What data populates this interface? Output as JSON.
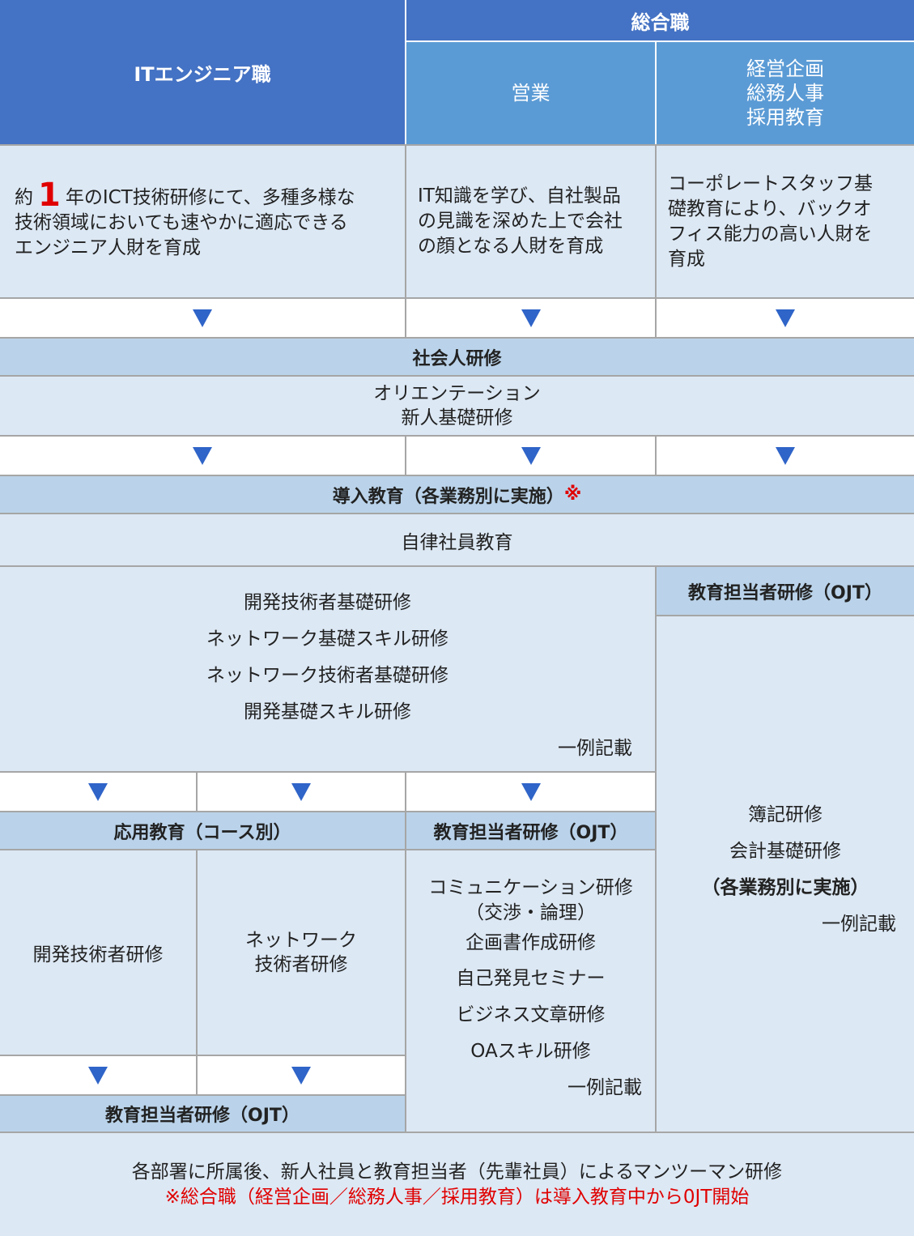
{
  "header": {
    "it_engineer": "ITエンジニア職",
    "general": "総合職",
    "sales": "営業",
    "corporate": [
      "経営企画",
      "総務人事",
      "採用教育"
    ]
  },
  "descriptions": {
    "it": {
      "prefix": "約",
      "highlight": "1",
      "line1_rest": "年のICT技術研修にて、多種多様な",
      "line2": "技術領域においても速やかに適応できる",
      "line3": "エンジニア人財を育成"
    },
    "sales": [
      "IT知識を学び、自社製品",
      "の見識を深めた上で会社",
      "の顔となる人財を育成"
    ],
    "corporate": [
      "コーポレートスタッフ基",
      "礎教育により、バックオ",
      "フィス能力の高い人財を",
      "育成"
    ]
  },
  "shakaijin": {
    "title": "社会人研修",
    "items": [
      "オリエンテーション",
      "新人基礎研修"
    ]
  },
  "dounyu": {
    "title": "導入教育（各業務別に実施）",
    "mark": "※",
    "subtitle": "自律社員教育"
  },
  "it_basic": {
    "items": [
      "開発技術者基礎研修",
      "ネットワーク基礎スキル研修",
      "ネットワーク技術者基礎研修",
      "開発基礎スキル研修"
    ],
    "note": "一例記載"
  },
  "corp_ojt": {
    "title": "教育担当者研修（OJT）",
    "items": [
      "簿記研修",
      "会計基礎研修"
    ],
    "bold": "（各業務別に実施）",
    "note": "一例記載"
  },
  "applied": {
    "title": "応用教育（コース別）",
    "dev": "開発技術者研修",
    "network": [
      "ネットワーク",
      "技術者研修"
    ]
  },
  "sales_ojt": {
    "title": "教育担当者研修（OJT）",
    "items": [
      "コミュニケーション研修",
      "（交渉・論理）",
      "企画書作成研修",
      "自己発見セミナー",
      "ビジネス文章研修",
      "OAスキル研修"
    ],
    "note": "一例記載"
  },
  "it_ojt": {
    "title": "教育担当者研修（OJT）"
  },
  "footer": {
    "line1": "各部署に所属後、新人社員と教育担当者（先輩社員）によるマンツーマン研修",
    "line2": "※総合職（経営企画／総務人事／採用教育）は導入教育中から0JT開始"
  },
  "colors": {
    "dark": "#4472c4",
    "mid": "#5b9bd5",
    "light": "#dce8f4",
    "heading": "#bad3ea",
    "arrow": "#2f64c8",
    "accent": "#e00000"
  },
  "icons": {
    "arrow": "down-triangle-icon"
  }
}
